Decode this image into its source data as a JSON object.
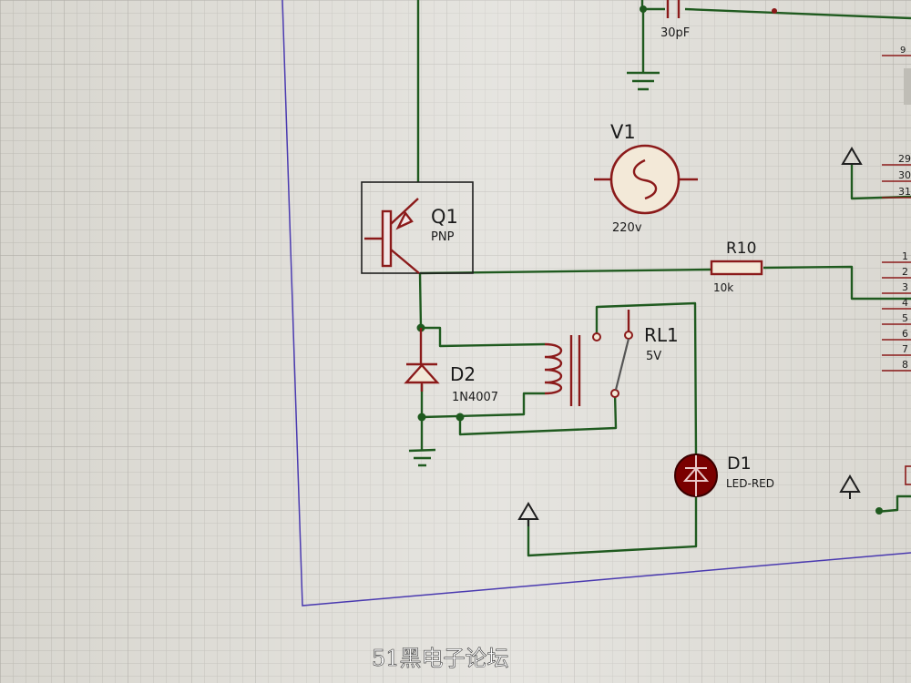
{
  "components": {
    "q1": {
      "ref": "Q1",
      "value": "PNP"
    },
    "v1": {
      "ref": "V1",
      "value": "220v"
    },
    "r10": {
      "ref": "R10",
      "value": "10k"
    },
    "rl1": {
      "ref": "RL1",
      "value": "5V"
    },
    "d2": {
      "ref": "D2",
      "value": "1N4007"
    },
    "d1": {
      "ref": "D1",
      "value": "LED-RED"
    },
    "cap": {
      "value": "30pF"
    }
  },
  "pins": [
    "1",
    "2",
    "3",
    "4",
    "5",
    "6",
    "7",
    "8"
  ],
  "pins_upper": [
    "29",
    "30",
    "31"
  ],
  "pin_misc": [
    "9"
  ],
  "watermark": "51黑电子论坛",
  "colors": {
    "wire": "#1f5a1f",
    "component": "#8b1a1a",
    "border": "#4a3ab0",
    "grid": "#b9b7b0",
    "led_fill": "#7a0000"
  }
}
